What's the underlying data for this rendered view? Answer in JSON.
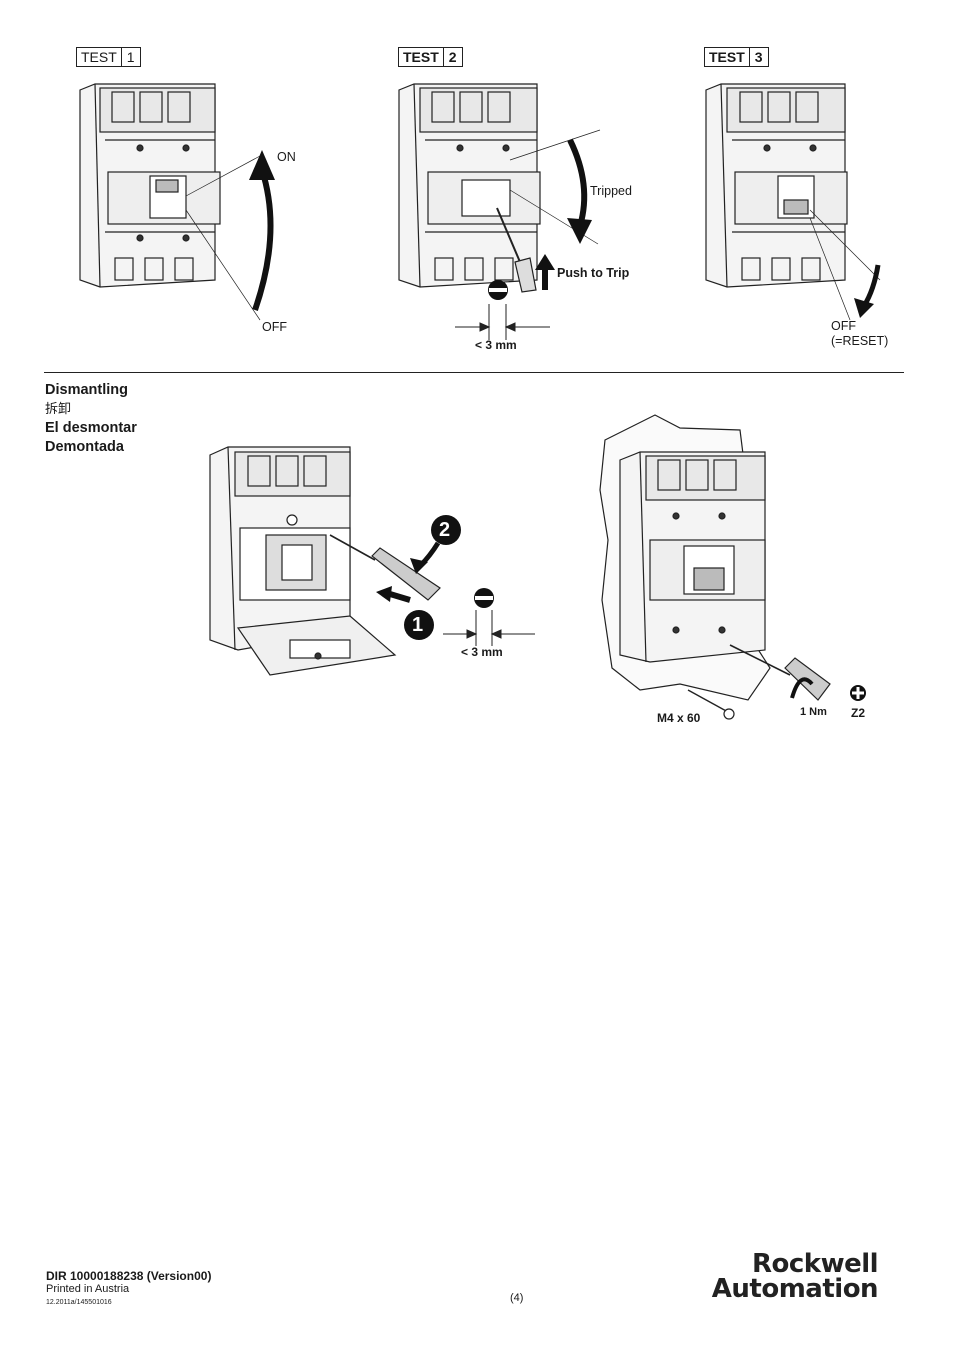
{
  "tests": [
    {
      "word": "TEST",
      "num": "1"
    },
    {
      "word": "TEST",
      "num": "2"
    },
    {
      "word": "TEST",
      "num": "3"
    }
  ],
  "test1": {
    "on_label": "ON",
    "off_label": "OFF"
  },
  "test2": {
    "tripped_label": "Tripped",
    "push_label": "Push to Trip",
    "gap_label": "< 3 mm"
  },
  "test3": {
    "off_label": "OFF",
    "reset_label": "(=RESET)"
  },
  "dismantling": {
    "title_en": "Dismantling",
    "title_zh": "拆卸",
    "title_es": "El desmontar",
    "title_pt": "Demontada",
    "step1": "1",
    "step2": "2",
    "gap_label": "< 3 mm"
  },
  "mounting": {
    "screw_label": "M4 x 60",
    "torque_label": "1 Nm",
    "bit_label": "Z2"
  },
  "footer": {
    "doc_id": "DIR 10000188238 (Version00)",
    "printed": "Printed in Austria",
    "code": "12.2011a/145501016",
    "page": "(4)",
    "logo_line1": "Rockwell",
    "logo_line2": "Automation"
  }
}
